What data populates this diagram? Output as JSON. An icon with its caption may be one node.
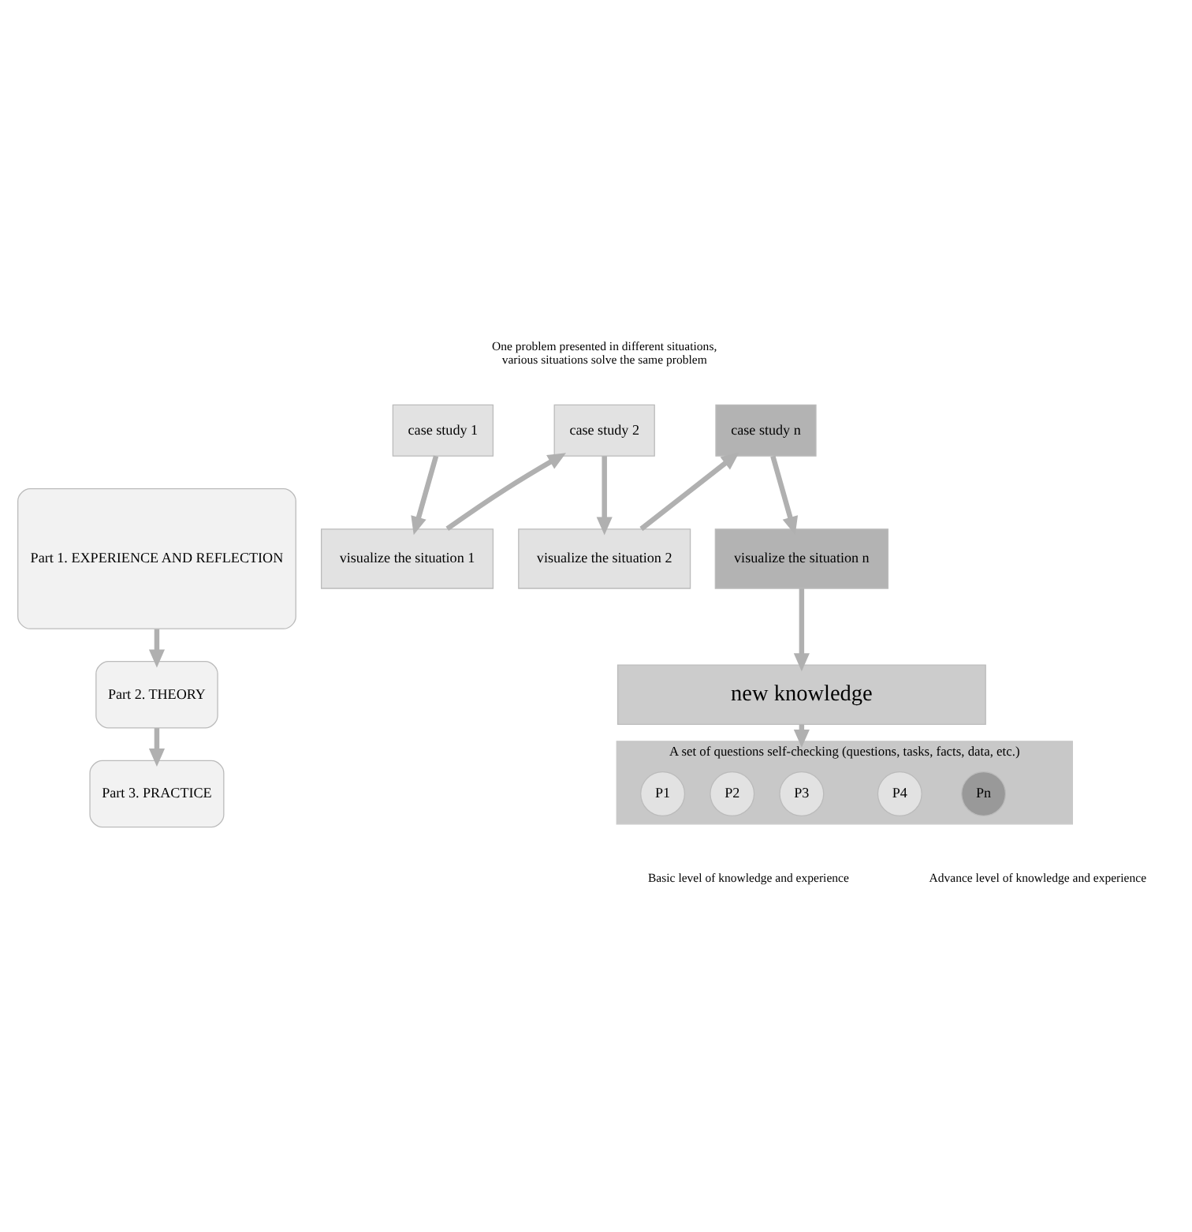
{
  "diagram": {
    "nodes": [
      {
        "text": [
          "Part 1. EXPERIENCE AND REFLECTION"
        ]
      },
      {
        "text": [
          "Part 2. THEORY"
        ]
      },
      {
        "text": [
          "Part 3. PRACTICE"
        ]
      },
      {
        "text": [
          "case study 1"
        ]
      },
      {
        "text": [
          "case study 2"
        ]
      },
      {
        "text": [
          "case study n"
        ]
      },
      {
        "text": [
          "visualize the situation 1"
        ]
      },
      {
        "text": [
          "visualize the situation 2"
        ]
      },
      {
        "text": [
          "visualize the situation n"
        ]
      },
      {
        "text": [
          "new knowledge"
        ]
      },
      {
        "text": [
          "A set of questions self-checking (questions, tasks, facts, data, etc.)"
        ]
      },
      {
        "text": [
          "P1"
        ],
        "in": 10
      },
      {
        "text": [
          "P2"
        ],
        "in": 10
      },
      {
        "text": [
          "P3"
        ],
        "in": 10
      },
      {
        "text": [
          "P4"
        ],
        "in": 10
      },
      {
        "text": [
          "Pn"
        ],
        "in": 10
      }
    ],
    "edges": [
      {
        "from": 0,
        "to": 1,
        "arrow": "to"
      },
      {
        "from": 1,
        "to": 2,
        "arrow": "to"
      },
      {
        "from": 3,
        "to": 6,
        "arrow": "to"
      },
      {
        "from": 6,
        "to": 4,
        "arrow": "to"
      },
      {
        "from": 4,
        "to": 7,
        "arrow": "to"
      },
      {
        "from": 7,
        "to": 5,
        "arrow": "to"
      },
      {
        "from": 5,
        "to": 8,
        "arrow": "to"
      },
      {
        "from": 8,
        "to": 9,
        "arrow": "to"
      },
      {
        "from": 9,
        "to": 10,
        "arrow": "to"
      }
    ],
    "labels": [
      "One problem presented in different situations, various situations solve the same problem",
      "Advance level of knowledge and experience",
      "Basic level of knowledge and experience"
    ]
  }
}
